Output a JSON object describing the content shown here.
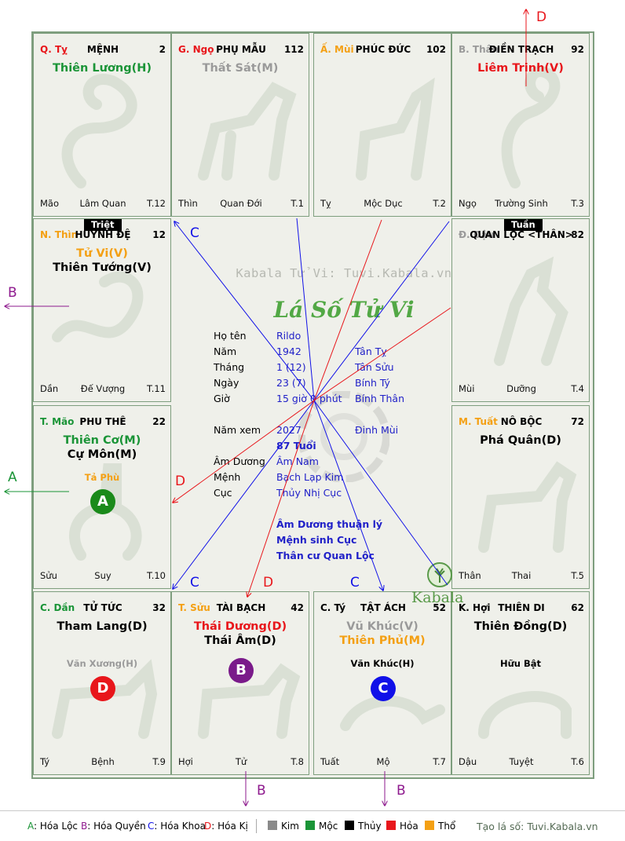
{
  "colors": {
    "kim": "#8a8a8a",
    "moc": "#1a9437",
    "thuy": "#000000",
    "hoa": "#e8161b",
    "tho": "#f4a014",
    "can_red": "#e8161b",
    "can_orange": "#f4a014",
    "can_green": "#1a9437",
    "can_gray": "#9a9a9a",
    "line_blue": "#1010e8",
    "line_red": "#e8161b",
    "line_purple": "#8e1a8e",
    "text_blue": "#2121c8"
  },
  "palaces": [
    {
      "id": "ty",
      "can": "Q. Tỵ",
      "can_color": "#e8161b",
      "name": "MỆNH",
      "num": "2",
      "stars": [
        {
          "text": "Thiên Lương(H)",
          "color": "#1a9437"
        }
      ],
      "minor": [],
      "tag": "",
      "circle": null,
      "dia_chi": "Mão",
      "truong_sinh": "Lâm Quan",
      "han": "T.12",
      "animal": "snake-icon"
    },
    {
      "id": "ngo",
      "can": "G. Ngọ",
      "can_color": "#e8161b",
      "name": "PHỤ MẪU",
      "num": "112",
      "stars": [
        {
          "text": "Thất Sát(M)",
          "color": "#9a9a9a"
        }
      ],
      "minor": [],
      "tag": "",
      "circle": null,
      "dia_chi": "Thìn",
      "truong_sinh": "Quan Đới",
      "han": "T.1",
      "animal": "horse-icon"
    },
    {
      "id": "mui",
      "can": "Ấ. Mùi",
      "can_color": "#f4a014",
      "name": "PHÚC ĐỨC",
      "num": "102",
      "stars": [],
      "minor": [],
      "tag": "",
      "circle": null,
      "dia_chi": "Tỵ",
      "truong_sinh": "Mộc Dục",
      "han": "T.2",
      "animal": "goat-icon"
    },
    {
      "id": "than",
      "can": "B. Thân",
      "can_color": "#9a9a9a",
      "name": "ĐIỀN TRẠCH",
      "num": "92",
      "stars": [
        {
          "text": "Liêm Trinh(V)",
          "color": "#e8161b"
        }
      ],
      "minor": [],
      "tag": "",
      "circle": null,
      "dia_chi": "Ngọ",
      "truong_sinh": "Trường Sinh",
      "han": "T.3",
      "animal": "monkey-icon"
    },
    {
      "id": "thin",
      "can": "N. Thìn",
      "can_color": "#f4a014",
      "name": "HUYNH ĐỆ",
      "num": "12",
      "stars": [
        {
          "text": "Tử Vi(V)",
          "color": "#f4a014"
        },
        {
          "text": "Thiên Tướng(V)",
          "color": "#000000"
        }
      ],
      "minor": [],
      "tag": "Triệt",
      "circle": null,
      "dia_chi": "Dần",
      "truong_sinh": "Đế Vượng",
      "han": "T.11",
      "animal": "dragon-icon"
    },
    {
      "id": "dau",
      "can": "Đ. Dậu",
      "can_color": "#9a9a9a",
      "name": "QUAN LỘC <THÂN>",
      "num": "82",
      "stars": [],
      "minor": [],
      "tag": "Tuần",
      "circle": null,
      "dia_chi": "Mùi",
      "truong_sinh": "Dưỡng",
      "han": "T.4",
      "animal": "rooster-icon"
    },
    {
      "id": "mao",
      "can": "T. Mão",
      "can_color": "#1a9437",
      "name": "PHU THÊ",
      "num": "22",
      "stars": [
        {
          "text": "Thiên Cơ(M)",
          "color": "#1a9437"
        },
        {
          "text": "Cự Môn(M)",
          "color": "#000000"
        }
      ],
      "minor": [
        {
          "text": "Tả Phù",
          "color": "#f4a014"
        }
      ],
      "tag": "",
      "circle": {
        "letter": "A",
        "color": "#1a8a1a"
      },
      "dia_chi": "Sửu",
      "truong_sinh": "Suy",
      "han": "T.10",
      "animal": "rabbit-icon"
    },
    {
      "id": "tuat",
      "can": "M. Tuất",
      "can_color": "#f4a014",
      "name": "NÔ BỘC",
      "num": "72",
      "stars": [
        {
          "text": "Phá Quân(D)",
          "color": "#000000"
        }
      ],
      "minor": [],
      "tag": "",
      "circle": null,
      "dia_chi": "Thân",
      "truong_sinh": "Thai",
      "han": "T.5",
      "animal": "dog-icon"
    },
    {
      "id": "dan",
      "can": "C. Dần",
      "can_color": "#1a9437",
      "name": "TỬ TỨC",
      "num": "32",
      "stars": [
        {
          "text": "Tham Lang(D)",
          "color": "#000000"
        }
      ],
      "minor": [
        {
          "text": "Văn Xương(H)",
          "color": "#9a9a9a"
        }
      ],
      "tag": "",
      "circle": {
        "letter": "D",
        "color": "#e8161b"
      },
      "dia_chi": "Tý",
      "truong_sinh": "Bệnh",
      "han": "T.9",
      "animal": "tiger-icon"
    },
    {
      "id": "suu",
      "can": "T. Sửu",
      "can_color": "#f4a014",
      "name": "TÀI BẠCH",
      "num": "42",
      "stars": [
        {
          "text": "Thái Dương(D)",
          "color": "#e8161b"
        },
        {
          "text": "Thái Âm(D)",
          "color": "#000000"
        }
      ],
      "minor": [],
      "tag": "",
      "circle": {
        "letter": "B",
        "color": "#7a1a8a"
      },
      "dia_chi": "Hợi",
      "truong_sinh": "Tử",
      "han": "T.8",
      "animal": "ox-icon"
    },
    {
      "id": "ti",
      "can": "C. Tý",
      "can_color": "#000000",
      "name": "TẬT ÁCH",
      "num": "52",
      "stars": [
        {
          "text": "Vũ Khúc(V)",
          "color": "#9a9a9a"
        },
        {
          "text": "Thiên Phủ(M)",
          "color": "#f4a014"
        }
      ],
      "minor": [
        {
          "text": "Văn Khúc(H)",
          "color": "#000000"
        }
      ],
      "tag": "",
      "circle": {
        "letter": "C",
        "color": "#1010e8"
      },
      "dia_chi": "Tuất",
      "truong_sinh": "Mộ",
      "han": "T.7",
      "animal": "rat-icon"
    },
    {
      "id": "hoi",
      "can": "K. Hợi",
      "can_color": "#000000",
      "name": "THIÊN DI",
      "num": "62",
      "stars": [
        {
          "text": "Thiên Đồng(D)",
          "color": "#000000"
        }
      ],
      "minor": [
        {
          "text": "Hữu Bật",
          "color": "#000000"
        }
      ],
      "tag": "",
      "circle": null,
      "dia_chi": "Dậu",
      "truong_sinh": "Tuyệt",
      "han": "T.6",
      "animal": "pig-icon"
    }
  ],
  "center": {
    "watermark": "Kabala Tử Vi: Tuvi.Kabala.vn",
    "title": "Lá Số Tử Vi",
    "rows": [
      {
        "label": "Họ tên",
        "v1": "Rildo",
        "v2": ""
      },
      {
        "label": "Năm",
        "v1": "1942",
        "v2": "Tân Tỵ"
      },
      {
        "label": "Tháng",
        "v1": "1  (12)",
        "v2": "Tân Sửu"
      },
      {
        "label": "Ngày",
        "v1": "23  (7)",
        "v2": "Bính Tý"
      },
      {
        "label": "Giờ",
        "v1": "15 giờ 0 phút",
        "v2": "Bính Thân"
      }
    ],
    "nam_xem": {
      "label": "Năm xem",
      "v1": "2027",
      "v2": "Đinh Mùi"
    },
    "tuoi": "87 Tuổi",
    "rows2": [
      {
        "label": "Âm Dương",
        "v1": "Âm Nam"
      },
      {
        "label": "Mệnh",
        "v1": "Bạch Lạp Kim"
      },
      {
        "label": "Cục",
        "v1": "Thủy Nhị Cục"
      }
    ],
    "notes": [
      "Âm Dương thuận lý",
      "Mệnh sinh Cục",
      "Thân cư Quan Lộc"
    ],
    "brand": "Kabala"
  },
  "arrow_labels": {
    "top_d": "D",
    "left_b": "B",
    "left_a": "A",
    "bottom_b1": "B",
    "bottom_b2": "B",
    "inner_c_top": "C",
    "inner_c_bl": "C",
    "inner_c_br": "C",
    "inner_d_left": "D",
    "inner_d_bottom": "D"
  },
  "legend": {
    "hoa": [
      {
        "key": "A",
        "text": ": Hóa Lộc",
        "color": "#1a9437"
      },
      {
        "key": "B",
        "text": ": Hóa Quyền",
        "color": "#8e1a8e"
      },
      {
        "key": "C",
        "text": ": Hóa Khoa",
        "color": "#1010e8"
      },
      {
        "key": "D",
        "text": ": Hóa Kị",
        "color": "#e8161b"
      }
    ],
    "elements": [
      {
        "name": "Kim",
        "color": "#8a8a8a"
      },
      {
        "name": "Mộc",
        "color": "#1a9437"
      },
      {
        "name": "Thủy",
        "color": "#000000"
      },
      {
        "name": "Hỏa",
        "color": "#e8161b"
      },
      {
        "name": "Thổ",
        "color": "#f4a014"
      }
    ],
    "site": "Tạo lá số: Tuvi.Kabala.vn"
  }
}
